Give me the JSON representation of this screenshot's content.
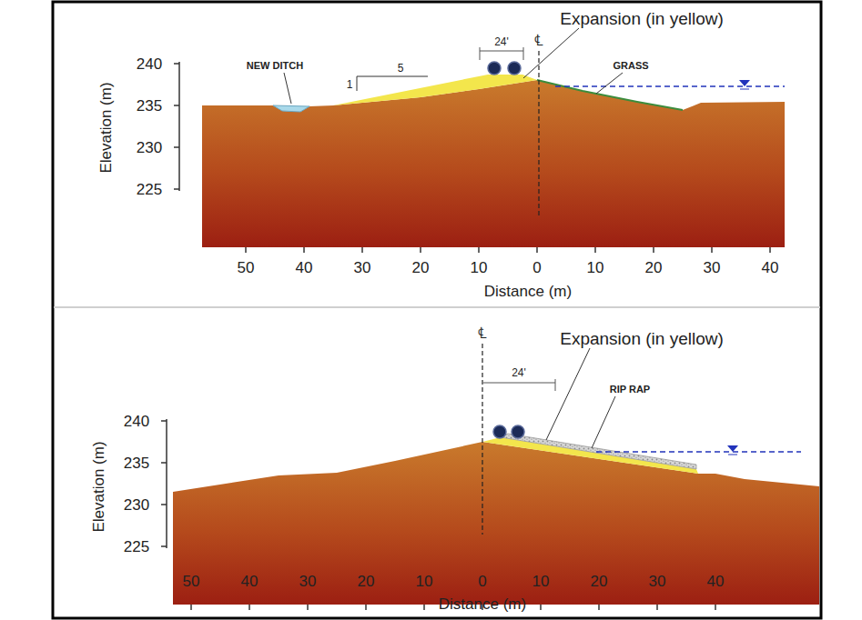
{
  "diagram": {
    "labels": [
      "Expansion (in yellow)",
      "24'",
      "℄",
      "NEW DITCH",
      "GRASS",
      "1",
      "5",
      "240",
      "235",
      "230",
      "225",
      "50",
      "40",
      "30",
      "20",
      "10",
      "0",
      "10",
      "20",
      "30",
      "40",
      "Distance (m)",
      "Elevation (m)",
      "℄",
      "Expansion (in yellow)",
      "24'",
      "RIP RAP",
      "240",
      "235",
      "230",
      "225",
      "50",
      "40",
      "30",
      "20",
      "10",
      "0",
      "10",
      "20",
      "30",
      "40",
      "Distance (m)",
      "Elevation (m)"
    ]
  }
}
